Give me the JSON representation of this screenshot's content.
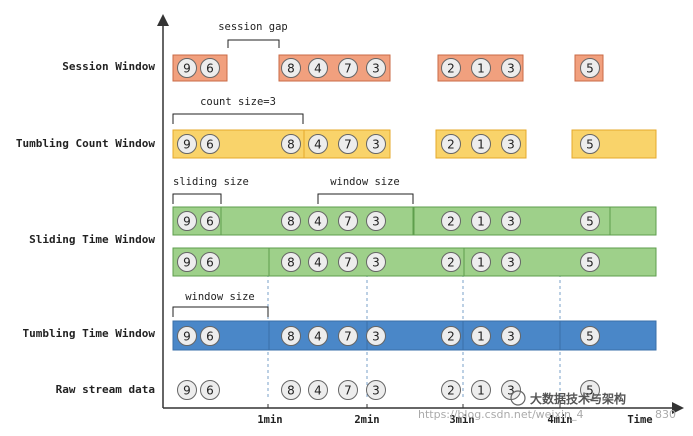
{
  "colors": {
    "session": "#F1A07E",
    "session_border": "#C96A45",
    "count": "#F9D36A",
    "count_border": "#E5A82B",
    "sliding": "#9ED08A",
    "sliding_border": "#5E9E4C",
    "tumbling_time": "#4A87C8",
    "circle_fill": "#EDEDED",
    "circle_stroke": "#666666",
    "axis": "#333333",
    "grid": "#7AA0C8"
  },
  "rows": [
    {
      "id": "session-window",
      "label": "Session Window"
    },
    {
      "id": "tumbling-count-window",
      "label": "Tumbling Count Window"
    },
    {
      "id": "sliding-time-window",
      "label": "Sliding Time Window"
    },
    {
      "id": "tumbling-time-window",
      "label": "Tumbling Time Window"
    },
    {
      "id": "raw-stream-data",
      "label": "Raw stream data"
    }
  ],
  "annotations": {
    "session_gap": "session gap",
    "count_size": "count size=3",
    "sliding_size": "sliding size",
    "window_size_sliding": "window size",
    "window_size_tumbling": "window size"
  },
  "time_axis": {
    "ticks": [
      "1min",
      "2min",
      "3min",
      "4min"
    ],
    "end_label": "Time"
  },
  "stream_groups": [
    [
      "9",
      "6"
    ],
    [
      "8",
      "4",
      "7",
      "3"
    ],
    [
      "2",
      "1",
      "3"
    ],
    [
      "5"
    ]
  ],
  "watermark": {
    "url": "https://blog.csdn.net/weixin_4",
    "cn": "大数据技术与架构",
    "tail": "830"
  }
}
